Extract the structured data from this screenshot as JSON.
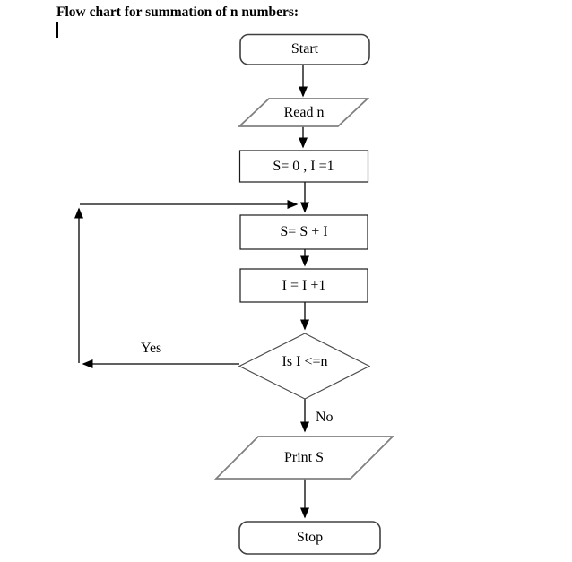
{
  "page": {
    "title": "Flow chart for summation of n numbers:",
    "background": "#ffffff"
  },
  "flowchart": {
    "nodes": [
      {
        "id": "start",
        "type": "terminator",
        "label": "Start"
      },
      {
        "id": "read-n",
        "type": "io-parallelogram",
        "label": "Read n"
      },
      {
        "id": "init",
        "type": "process",
        "label": "S= 0 , I =1"
      },
      {
        "id": "sum",
        "type": "process",
        "label": "S= S + I"
      },
      {
        "id": "increment",
        "type": "process",
        "label": "I = I +1"
      },
      {
        "id": "decision",
        "type": "decision-diamond",
        "label": "Is I <=n"
      },
      {
        "id": "print-s",
        "type": "io-parallelogram",
        "label": "Print S"
      },
      {
        "id": "stop",
        "type": "terminator",
        "label": "Stop"
      }
    ],
    "edge_labels": {
      "yes": "Yes",
      "no": "No"
    },
    "colors": {
      "rect_border": "#1a1a1a",
      "terminator_border": "#404040",
      "parallelogram_border": "#808080",
      "diamond_border": "#4d4d4d",
      "arrow_line": "#000000",
      "text": "#000000"
    }
  }
}
